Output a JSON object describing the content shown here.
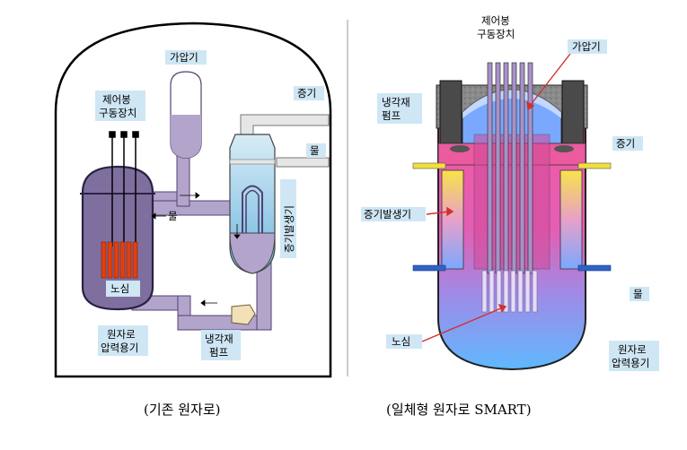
{
  "left_diagram": {
    "caption": "(기존 원자로)",
    "labels": {
      "pressurizer": "가압기",
      "control_rod_drive_1": "제어봉",
      "control_rod_drive_2": "구동장치",
      "steam": "증기",
      "water": "물",
      "steam_generator": "증기발생기",
      "core": "노심",
      "vessel_1": "원자로",
      "vessel_2": "압력용기",
      "pump_1": "냉각재",
      "pump_2": "펌프",
      "flow_mark": "물"
    }
  },
  "right_diagram": {
    "caption": "(일체형 원자로 SMART)",
    "labels": {
      "control_rod_drive_1": "제어봉",
      "control_rod_drive_2": "구동장치",
      "pressurizer": "가압기",
      "pump_1": "냉각재",
      "pump_2": "펌프",
      "steam": "증기",
      "steam_generator": "증기발생기",
      "water": "물",
      "core": "노심",
      "vessel_1": "원자로",
      "vessel_2": "압력용기"
    }
  },
  "colors": {
    "loop_purple": "#b3a4cc",
    "vessel_purple": "#7f6f9f",
    "core_red": "#e04010",
    "label_bg": "#cfe6f4",
    "smart_pink": "#ec5aa0",
    "smart_blue": "#7aa8ff"
  }
}
